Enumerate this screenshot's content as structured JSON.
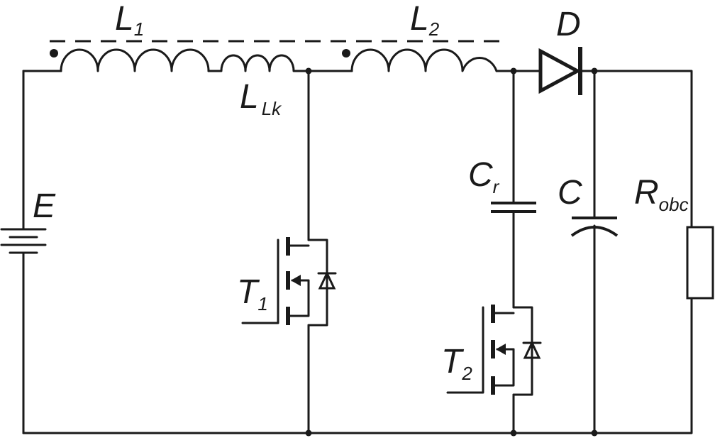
{
  "labels": {
    "L1": {
      "main": "L",
      "sub": "1"
    },
    "L2": {
      "main": "L",
      "sub": "2"
    },
    "LLk": {
      "main": "L",
      "sub": "Lk"
    },
    "D": {
      "main": "D"
    },
    "E": {
      "main": "E"
    },
    "Cr": {
      "main": "C",
      "sub": "r"
    },
    "C": {
      "main": "C"
    },
    "Robc": {
      "main": "R",
      "sub": "obc"
    },
    "T1": {
      "main": "T",
      "sub": "1"
    },
    "T2": {
      "main": "T",
      "sub": "2"
    }
  }
}
